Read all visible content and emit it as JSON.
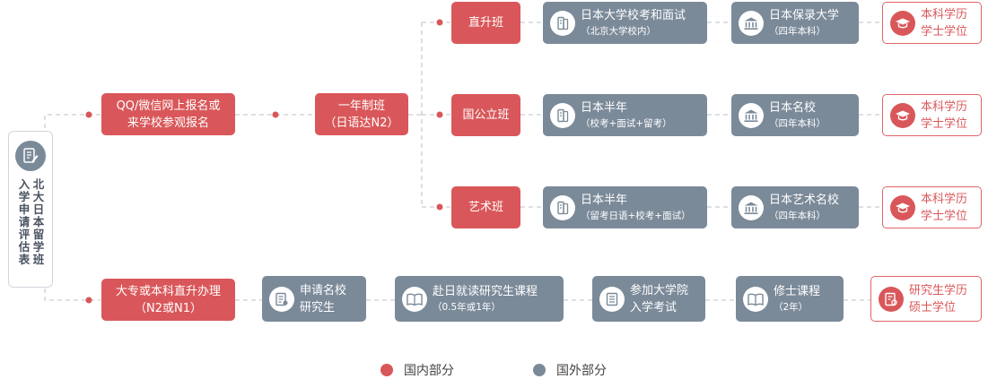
{
  "colors": {
    "domestic": "#d9575a",
    "abroad": "#7b8a99"
  },
  "sidebar": {
    "col1": "北大日本留学班",
    "col2": "入学申请评估表",
    "icon": "form-edit-icon"
  },
  "entry1": {
    "line1": "QQ/微信网上报名或",
    "line2": "来学校参观报名"
  },
  "entry2": {
    "line1": "大专或本科直升办理",
    "line2": "（N2或N1）"
  },
  "mid": {
    "line1": "一年制班",
    "line2": "（日语达N2）"
  },
  "tracks": [
    {
      "label": "直升班",
      "school1": {
        "title": "日本大学校考和面试",
        "sub": "（北京大学校内）",
        "icon": "book-icon"
      },
      "school2": {
        "title": "日本保录大学",
        "sub": "（四年本科）",
        "icon": "university-icon"
      },
      "result": {
        "line1": "本科学历",
        "line2": "学士学位",
        "icon": "graduation-cap-icon"
      }
    },
    {
      "label": "国公立班",
      "school1": {
        "title": "日本半年",
        "sub": "（校考+面试+留考）",
        "icon": "book-icon"
      },
      "school2": {
        "title": "日本名校",
        "sub": "（四年本科）",
        "icon": "university-icon"
      },
      "result": {
        "line1": "本科学历",
        "line2": "学士学位",
        "icon": "graduation-cap-icon"
      }
    },
    {
      "label": "艺术班",
      "school1": {
        "title": "日本半年",
        "sub": "（留考日语+校考+面试）",
        "icon": "book-icon"
      },
      "school2": {
        "title": "日本艺术名校",
        "sub": "（四年本科）",
        "icon": "university-icon"
      },
      "result": {
        "line1": "本科学历",
        "line2": "学士学位",
        "icon": "graduation-cap-icon"
      }
    }
  ],
  "grad": {
    "step1": {
      "line1": "申请名校",
      "line2": "研究生",
      "icon": "application-form-icon"
    },
    "step2": {
      "title": "赴日就读研究生课程",
      "sub": "（0.5年或1年）",
      "icon": "open-book-icon"
    },
    "step3": {
      "line1": "参加大学院",
      "line2": "入学考试",
      "icon": "document-list-icon"
    },
    "step4": {
      "title": "修士课程",
      "sub": "（2年）",
      "icon": "open-book-icon"
    },
    "result": {
      "line1": "研究生学历",
      "line2": "硕士学位",
      "icon": "certificate-icon"
    }
  },
  "legend": {
    "domestic": "国内部分",
    "abroad": "国外部分"
  }
}
